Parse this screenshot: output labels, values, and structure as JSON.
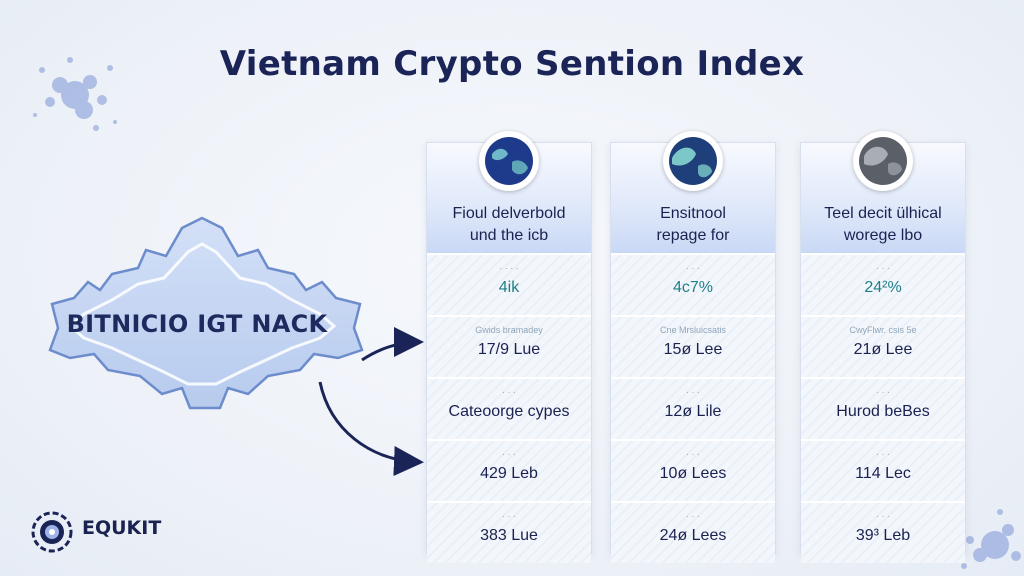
{
  "title": "Vietnam Crypto Sention Index",
  "badge_label": "BITNICIO IGT NACK",
  "brand": "EQUKIT",
  "colors": {
    "navy": "#1b2457",
    "teal": "#1f7f86",
    "header_blue": "#c9d8f5"
  },
  "columns": [
    {
      "icon": "globe-icon",
      "header_line1": "Fioul delverbold",
      "header_line2": "und the icb",
      "rows": [
        {
          "label": "· · · ·",
          "value": "4ik"
        },
        {
          "label": "Gwids bramadey",
          "value": "17/9 Lue"
        },
        {
          "label": "· · ·",
          "value": "Cateoorge cypes"
        },
        {
          "label": "· · ·",
          "value": "429 Leb"
        },
        {
          "label": "· · ·",
          "value": "383 Lue"
        }
      ]
    },
    {
      "icon": "globe-icon",
      "header_line1": "Ensitnool",
      "header_line2": "repage for",
      "rows": [
        {
          "label": "· · ·",
          "value": "4c7%"
        },
        {
          "label": "Cne Mrsluicsatis",
          "value": "15ø Lee"
        },
        {
          "label": "· · ·",
          "value": "12ø Lile"
        },
        {
          "label": "· · ·",
          "value": "10ø Lees"
        },
        {
          "label": "· · ·",
          "value": "24ø Lees"
        }
      ]
    },
    {
      "icon": "globe-icon",
      "header_line1": "Teel decit ülhical",
      "header_line2": "worege lbo",
      "rows": [
        {
          "label": "· · ·",
          "value": "24²%"
        },
        {
          "label": "CwyFlwr. csis 5e",
          "value": "21ø Lee"
        },
        {
          "label": "· · ·",
          "value": "Hurod beBes"
        },
        {
          "label": "· · ·",
          "value": "114 Lec"
        },
        {
          "label": "· · ·",
          "value": "39³ Leb"
        }
      ]
    }
  ]
}
